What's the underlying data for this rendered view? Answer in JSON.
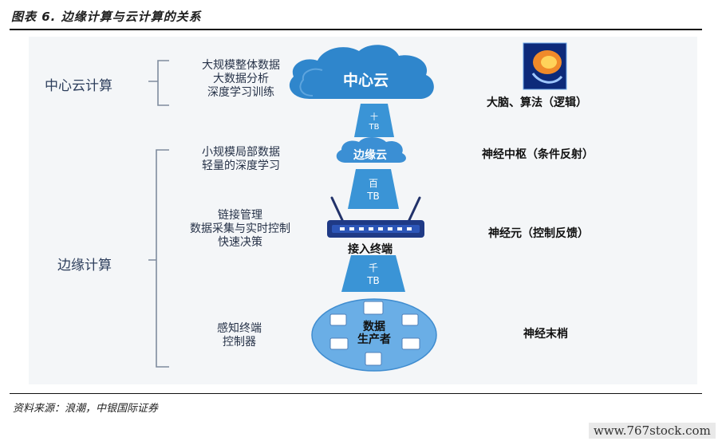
{
  "header": {
    "title": "图表 6.  边缘计算与云计算的关系",
    "source": "资料来源：浪潮，中银国际证券",
    "watermark": "www.767stock.com"
  },
  "diagram": {
    "categories": {
      "cloud": "中心云计算",
      "edge": "边缘计算"
    },
    "descriptions": {
      "cloud": [
        "大规模整体数据",
        "大数据分析",
        "深度学习训练"
      ],
      "edge_cloud": [
        "小规模局部数据",
        "轻量的深度学习"
      ],
      "access": [
        "链接管理",
        "数据采集与实时控制",
        "快速决策"
      ],
      "device": [
        "感知终端",
        "控制器"
      ]
    },
    "nodes": {
      "center_cloud": "中心云",
      "edge_cloud": "边缘云",
      "access_terminal": "接入终端",
      "data_producer": [
        "数据",
        "生产者"
      ]
    },
    "bandwidth": {
      "ten": [
        "十",
        "TB"
      ],
      "hundred": [
        "百",
        "TB"
      ],
      "thousand": [
        "千",
        "TB"
      ]
    },
    "analogy": {
      "center": "大脑、算法（逻辑）",
      "edge": "神经中枢（条件反射）",
      "access": "神经元（控制反馈）",
      "device": "神经末梢"
    }
  },
  "colors": {
    "accent_blue": "#2f86cc",
    "light_blue": "#5aa7e0",
    "trapezoid_blue": "#3a94d6",
    "brace": "#7f8c9e"
  }
}
